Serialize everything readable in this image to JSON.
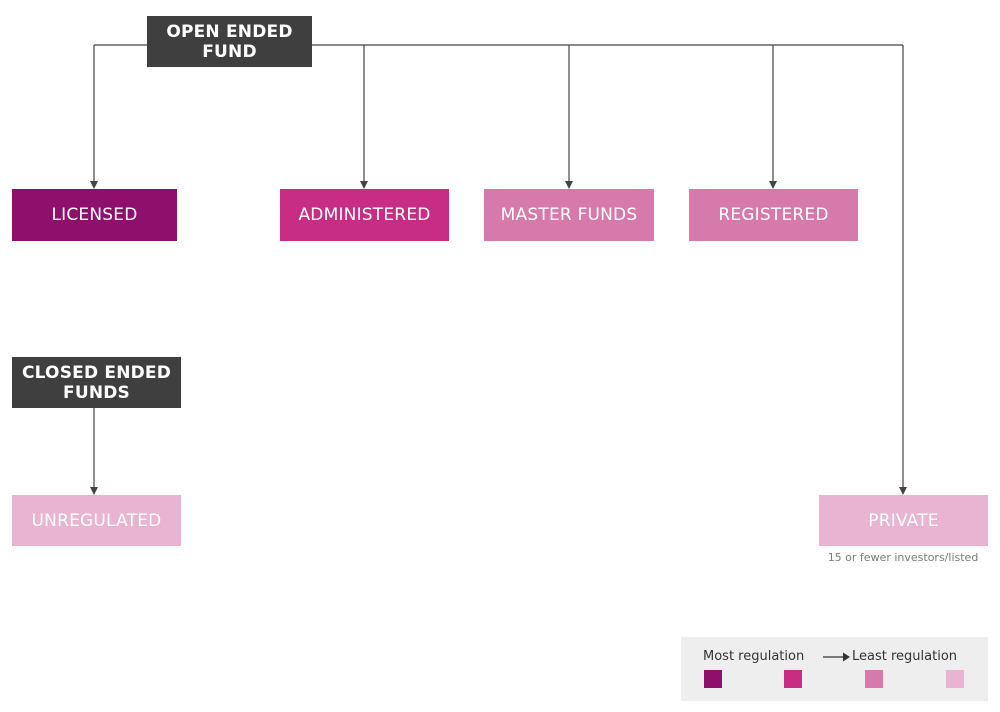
{
  "colors": {
    "header_bg": "#3f3f3f",
    "level1": "#8e0f6c",
    "level2": "#c72e83",
    "level3": "#d57aaa",
    "level4": "#e8b4d1",
    "connector": "#444444",
    "legend_bg": "#eeeeee"
  },
  "headers": {
    "open_ended": [
      "OPEN ENDED",
      "FUND"
    ],
    "closed_ended": [
      "CLOSED ENDED",
      "FUNDS"
    ]
  },
  "categories": {
    "licensed": "LICENSED",
    "administered": "ADMINISTERED",
    "master_funds": "MASTER FUNDS",
    "registered": "REGISTERED",
    "unregulated": "UNREGULATED",
    "private": "PRIVATE"
  },
  "private_note": "15 or fewer investors/listed",
  "legend": {
    "most": "Most regulation",
    "least": "Least regulation",
    "arrow_icon": "right-arrow-icon"
  }
}
